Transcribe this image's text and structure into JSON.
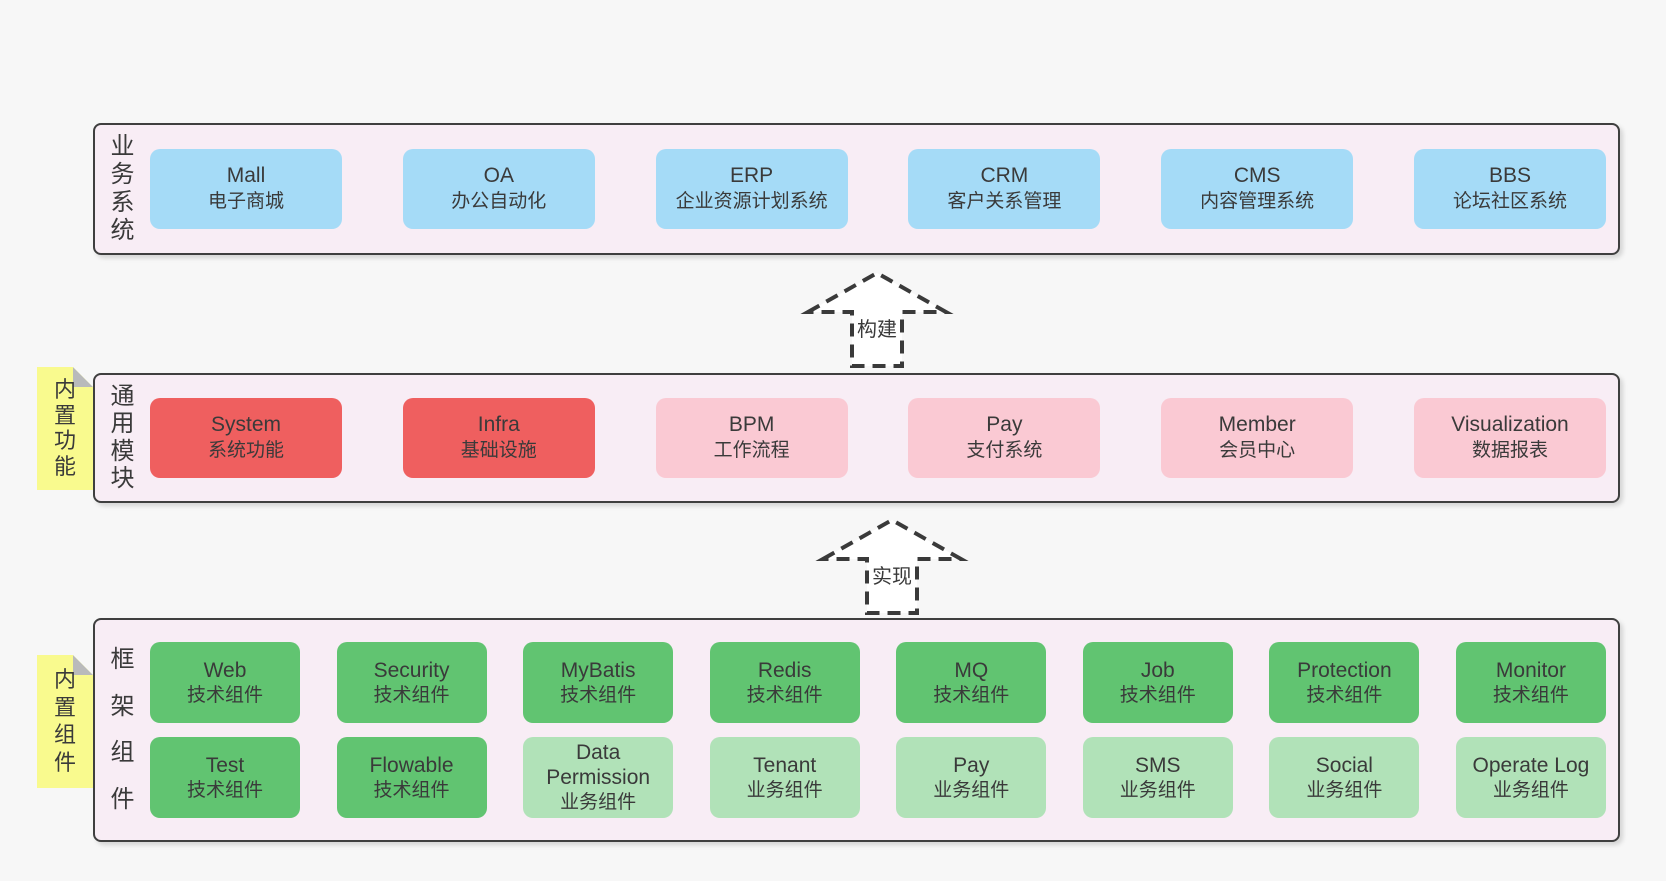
{
  "diagram": {
    "title_hint": "architecture-layers-diagram",
    "bands": [
      {
        "name": "business-systems",
        "side_label": "业务系统",
        "sticky_note": null,
        "rows": [
          [
            {
              "title": "Mall",
              "subtitle": "电子商城",
              "type": "blue"
            },
            {
              "title": "OA",
              "subtitle": "办公自动化",
              "type": "blue"
            },
            {
              "title": "ERP",
              "subtitle": "企业资源计划系统",
              "type": "blue"
            },
            {
              "title": "CRM",
              "subtitle": "客户关系管理",
              "type": "blue"
            },
            {
              "title": "CMS",
              "subtitle": "内容管理系统",
              "type": "blue"
            },
            {
              "title": "BBS",
              "subtitle": "论坛社区系统",
              "type": "blue"
            }
          ]
        ]
      },
      {
        "name": "common-modules",
        "side_label": "通用模块",
        "sticky_note": "内置功能",
        "rows": [
          [
            {
              "title": "System",
              "subtitle": "系统功能",
              "type": "red"
            },
            {
              "title": "Infra",
              "subtitle": "基础设施",
              "type": "red"
            },
            {
              "title": "BPM",
              "subtitle": "工作流程",
              "type": "pink"
            },
            {
              "title": "Pay",
              "subtitle": "支付系统",
              "type": "pink"
            },
            {
              "title": "Member",
              "subtitle": "会员中心",
              "type": "pink"
            },
            {
              "title": "Visualization",
              "subtitle": "数据报表",
              "type": "pink"
            }
          ]
        ]
      },
      {
        "name": "framework-components",
        "side_label": "框架组件",
        "sticky_note": "内置组件",
        "rows": [
          [
            {
              "title": "Web",
              "subtitle": "技术组件",
              "type": "green"
            },
            {
              "title": "Security",
              "subtitle": "技术组件",
              "type": "green"
            },
            {
              "title": "MyBatis",
              "subtitle": "技术组件",
              "type": "green"
            },
            {
              "title": "Redis",
              "subtitle": "技术组件",
              "type": "green"
            },
            {
              "title": "MQ",
              "subtitle": "技术组件",
              "type": "green"
            },
            {
              "title": "Job",
              "subtitle": "技术组件",
              "type": "green"
            },
            {
              "title": "Protection",
              "subtitle": "技术组件",
              "type": "green"
            },
            {
              "title": "Monitor",
              "subtitle": "技术组件",
              "type": "green"
            }
          ],
          [
            {
              "title": "Test",
              "subtitle": "技术组件",
              "type": "green"
            },
            {
              "title": "Flowable",
              "subtitle": "技术组件",
              "type": "green"
            },
            {
              "title": "Data Permission",
              "subtitle": "业务组件",
              "type": "green-light"
            },
            {
              "title": "Tenant",
              "subtitle": "业务组件",
              "type": "green-light"
            },
            {
              "title": "Pay",
              "subtitle": "业务组件",
              "type": "green-light"
            },
            {
              "title": "SMS",
              "subtitle": "业务组件",
              "type": "green-light"
            },
            {
              "title": "Social",
              "subtitle": "业务组件",
              "type": "green-light"
            },
            {
              "title": "Operate Log",
              "subtitle": "业务组件",
              "type": "green-light"
            }
          ]
        ]
      }
    ],
    "arrows": [
      {
        "label": "构建"
      },
      {
        "label": "实现"
      }
    ]
  },
  "colors": {
    "page-bg": "#f7f7f7",
    "band-bg": "#f8edf5",
    "band-border": "#3f3f3f",
    "blue": "#a5dbf7",
    "red": "#ef5f5f",
    "pink": "#fac9d3",
    "green": "#61c471",
    "green-light": "#b1e2b8",
    "note-yellow": "#f9fa8e",
    "fold-gray": "#b9babb",
    "text": "#3a3a3a",
    "arrow": "#3a3a3a"
  }
}
